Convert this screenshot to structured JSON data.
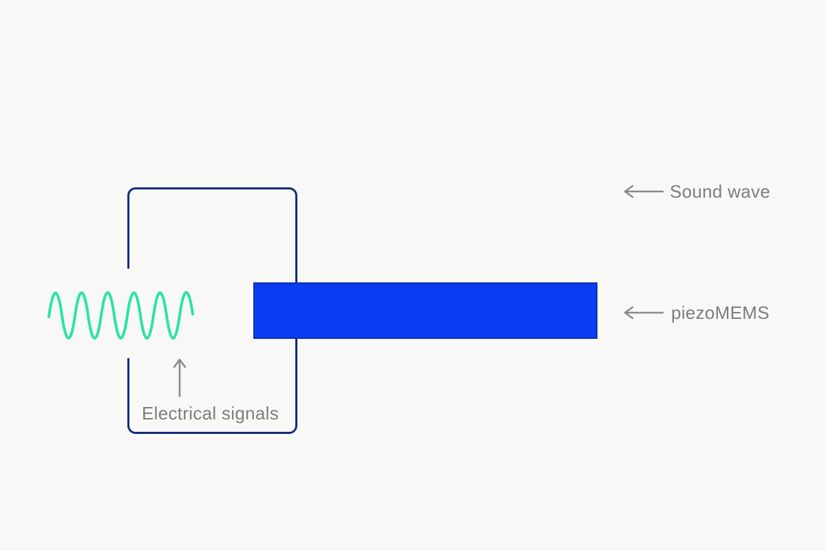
{
  "page": {
    "background": "#f8f8f7"
  },
  "diagram": {
    "labels": {
      "sound_wave": "Sound wave",
      "piezomems": "piezoMEMS",
      "electrical_signals": "Electrical signals"
    },
    "colors": {
      "device_outline": "#13297d",
      "membrane_fill": "#0a3cf1",
      "membrane_border": "#0d2fb5",
      "signal_wave": "#2be3a6",
      "annotation_gray": "#8a8a8a",
      "background": "#f8f8f7"
    }
  }
}
